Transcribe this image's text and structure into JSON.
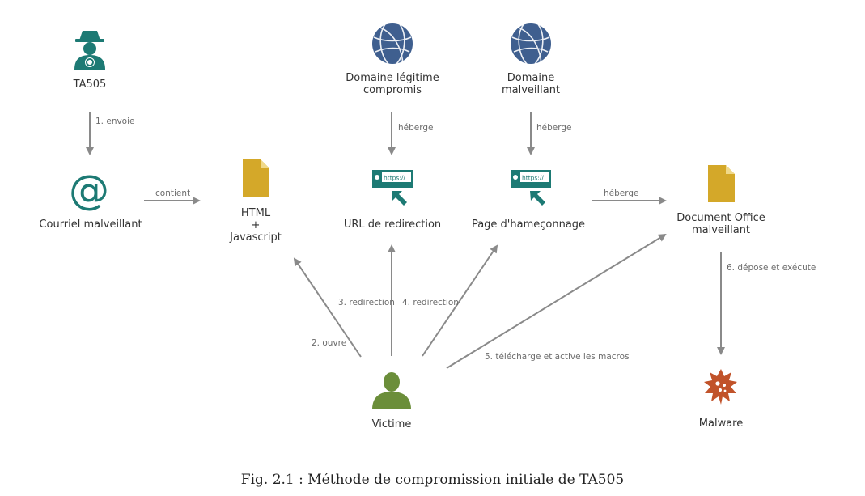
{
  "colors": {
    "teal": "#1d7a74",
    "globe": "#3f5f8f",
    "document": "#d4a829",
    "victim": "#6b8e3a",
    "malware": "#c1532a",
    "arrow": "#8a8a8a"
  },
  "nodes": {
    "ta505": {
      "label": "TA505",
      "icon": "spy-icon"
    },
    "email": {
      "label": "Courriel malveillant",
      "icon": "at-sign-icon"
    },
    "html": {
      "label_line1": "HTML",
      "label_line2": "+",
      "label_line3": "Javascript",
      "icon": "document-icon"
    },
    "legit_domain": {
      "label_line1": "Domaine légitime",
      "label_line2": "compromis",
      "icon": "globe-icon"
    },
    "mal_domain": {
      "label_line1": "Domaine",
      "label_line2": "malveillant",
      "icon": "globe-icon"
    },
    "redirect_url": {
      "label": "URL de redirection",
      "icon": "url-bar-icon",
      "url_text": "https://"
    },
    "phishing": {
      "label": "Page d'hameçonnage",
      "icon": "url-bar-icon",
      "url_text": "https://"
    },
    "office_doc": {
      "label_line1": "Document Office",
      "label_line2": "malveillant",
      "icon": "document-icon"
    },
    "victim": {
      "label": "Victime",
      "icon": "person-icon"
    },
    "malware": {
      "label": "Malware",
      "icon": "malware-icon"
    }
  },
  "edges": {
    "e1": "1. envoie",
    "contient": "contient",
    "heberge1": "héberge",
    "heberge2": "héberge",
    "heberge3": "héberge",
    "e2": "2. ouvre",
    "e3": "3. redirection",
    "e4": "4. redirection",
    "e5": "5. télécharge et active les macros",
    "e6": "6. dépose et exécute"
  },
  "caption": "Fig. 2.1 :  Méthode de compromission initiale de TA505"
}
